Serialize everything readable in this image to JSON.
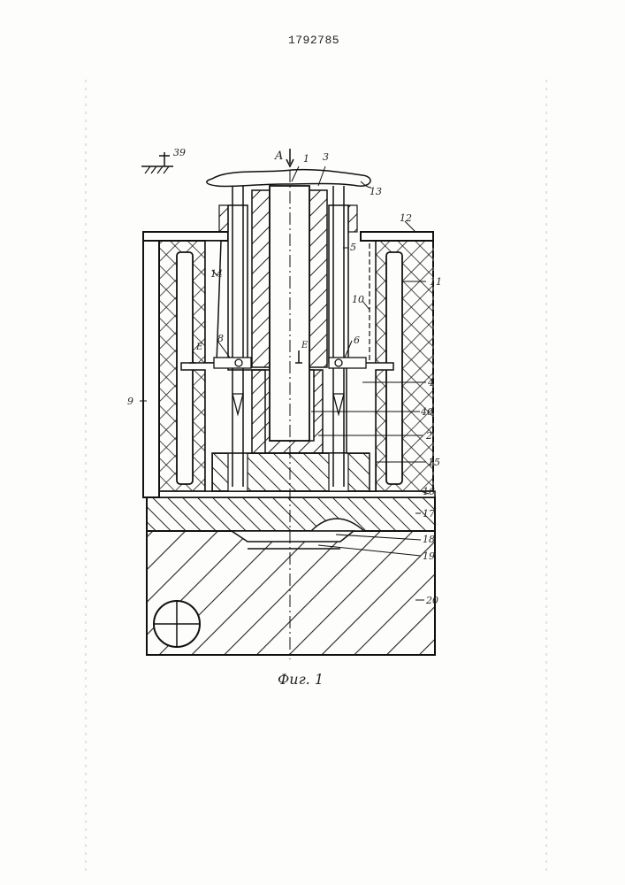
{
  "document": {
    "number": "1792785",
    "caption": "Фиг. 1"
  },
  "labels": {
    "l1": "1",
    "l2": "2",
    "l3": "3",
    "l4": "4",
    "l5": "5",
    "l6": "6",
    "l8": "8",
    "l9": "9",
    "l10": "10",
    "l11": "11",
    "l12": "12",
    "l13": "13",
    "l14": "14",
    "l15": "15",
    "l16": "16",
    "l17": "17",
    "l18": "18",
    "l19": "19",
    "l20": "20",
    "l39": "39",
    "l40": "40",
    "section_a": "A",
    "section_e_left": "E",
    "section_e_center": "E"
  }
}
